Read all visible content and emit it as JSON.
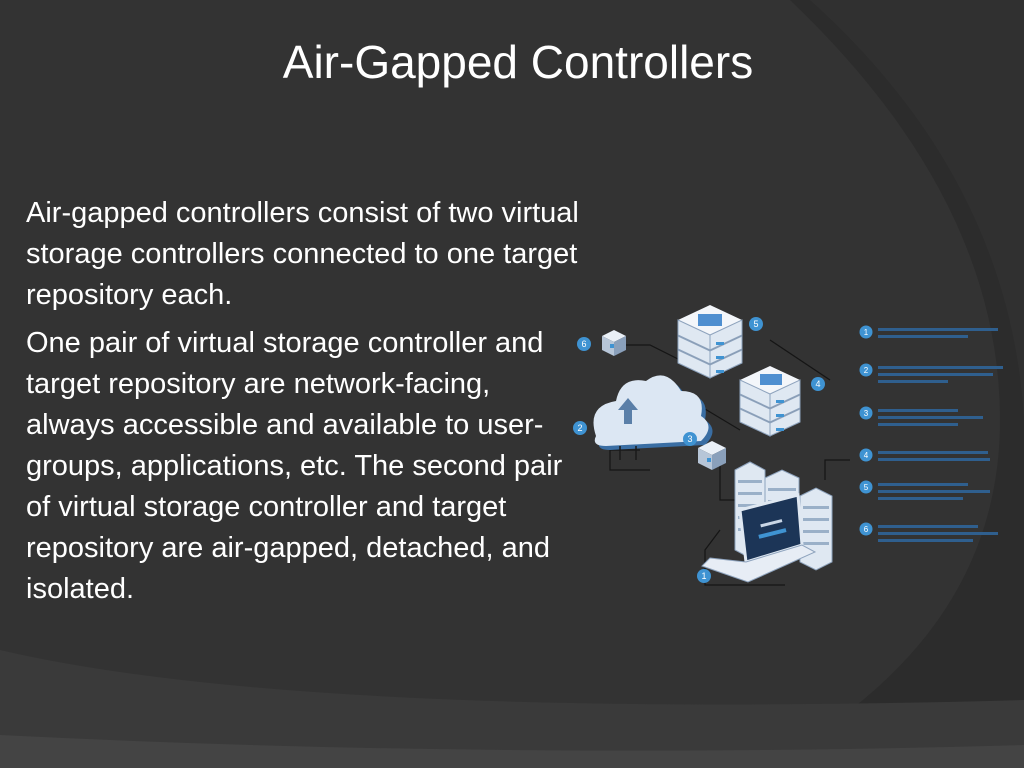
{
  "slide": {
    "title": "Air-Gapped Controllers",
    "paragraphs": [
      "Air-gapped controllers consist of two virtual storage controllers connected to one target repository each.",
      "One pair of virtual storage controller and target repository are network-facing, always accessible and available to user-groups, applications, etc. The second pair of virtual storage controller and target repository are air-gapped, detached, and isolated."
    ]
  },
  "diagram": {
    "badges": [
      "1",
      "2",
      "3",
      "4",
      "5",
      "6"
    ],
    "legend_numbers": [
      "1",
      "2",
      "3",
      "4",
      "5",
      "6"
    ],
    "colors": {
      "accent": "#3f93d2",
      "server": "#dfe8f2",
      "line": "#1a1a1a"
    }
  }
}
